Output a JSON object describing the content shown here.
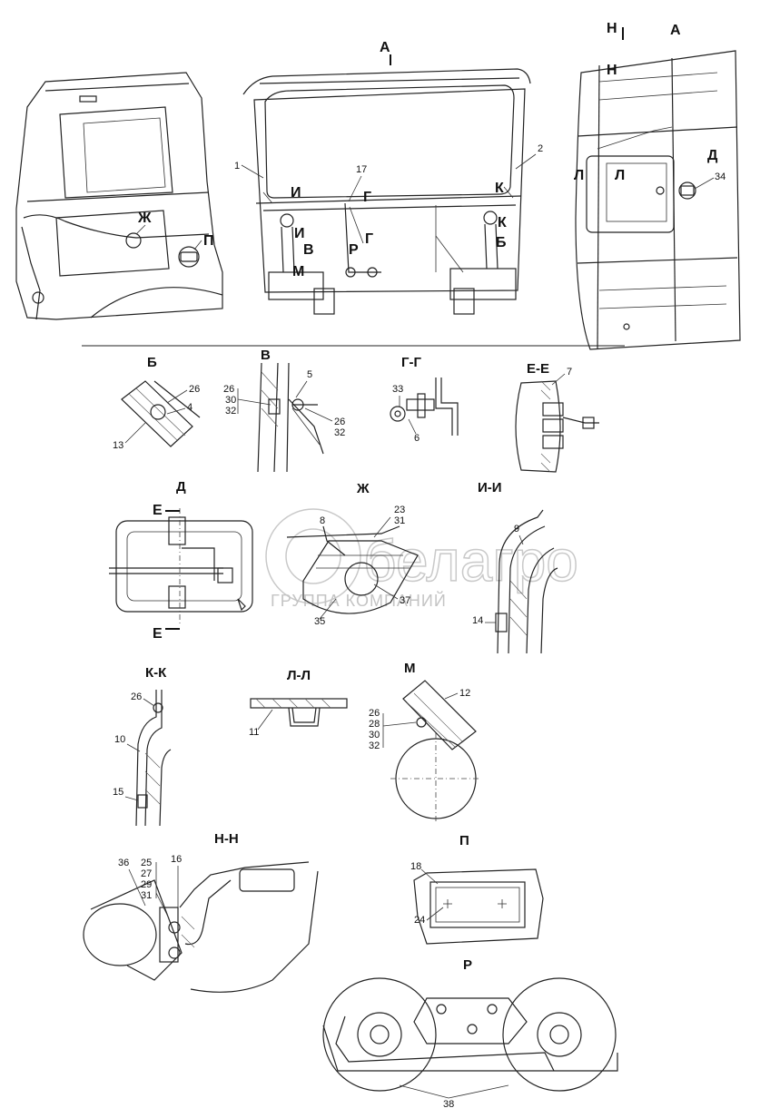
{
  "corner_mark": "",
  "watermark": {
    "brand": "белагро",
    "subtitle": "ГРУППА КОМПАНИЙ"
  },
  "views": {
    "side": {
      "labels": {
        "zh": "Ж",
        "p": "П"
      }
    },
    "front": {
      "title": "А",
      "labels": {
        "n1": "1",
        "n2": "2",
        "n17": "17",
        "i1": "И",
        "i2": "И",
        "g1": "Г",
        "g2": "Г",
        "k1": "К",
        "k2": "К",
        "v": "В",
        "r": "Р",
        "m": "М",
        "b": "Б"
      }
    },
    "rear": {
      "title": "А",
      "labels": {
        "h1": "Н",
        "h2": "Н",
        "l1": "Л",
        "l2": "Л",
        "d": "Д",
        "n34": "34"
      }
    }
  },
  "details": {
    "b": {
      "title": "Б",
      "callouts": {
        "c26": "26",
        "c4": "4",
        "c13": "13"
      }
    },
    "v": {
      "title": "В",
      "callouts": {
        "c26": "26",
        "c30": "30",
        "c32": "32",
        "c5": "5",
        "c26b": "26",
        "c32b": "32"
      }
    },
    "gg": {
      "title": "Г-Г",
      "callouts": {
        "c33": "33",
        "c6": "6"
      }
    },
    "ee": {
      "title": "Е-Е",
      "callouts": {
        "c7": "7"
      }
    },
    "d": {
      "title": "Д",
      "labels": {
        "e1": "Е",
        "e2": "Е"
      }
    },
    "zh": {
      "title": "Ж",
      "callouts": {
        "c8": "8",
        "c23": "23",
        "c31": "31",
        "c37": "37",
        "c35": "35"
      }
    },
    "ii": {
      "title": "И-И",
      "callouts": {
        "c9": "9",
        "c14": "14"
      }
    },
    "kk": {
      "title": "К-К",
      "callouts": {
        "c26": "26",
        "c10": "10",
        "c15": "15"
      }
    },
    "ll": {
      "title": "Л-Л",
      "callouts": {
        "c11": "11"
      }
    },
    "m": {
      "title": "М",
      "callouts": {
        "c12": "12",
        "c26": "26",
        "c28": "28",
        "c30": "30",
        "c32": "32"
      }
    },
    "hh": {
      "title": "Н-Н",
      "callouts": {
        "c36": "36",
        "c25": "25",
        "c27": "27",
        "c29": "29",
        "c31": "31",
        "c16": "16"
      }
    },
    "p": {
      "title": "П",
      "callouts": {
        "c18": "18",
        "c24": "24"
      }
    },
    "r": {
      "title": "Р",
      "callouts": {
        "c38": "38"
      }
    }
  }
}
